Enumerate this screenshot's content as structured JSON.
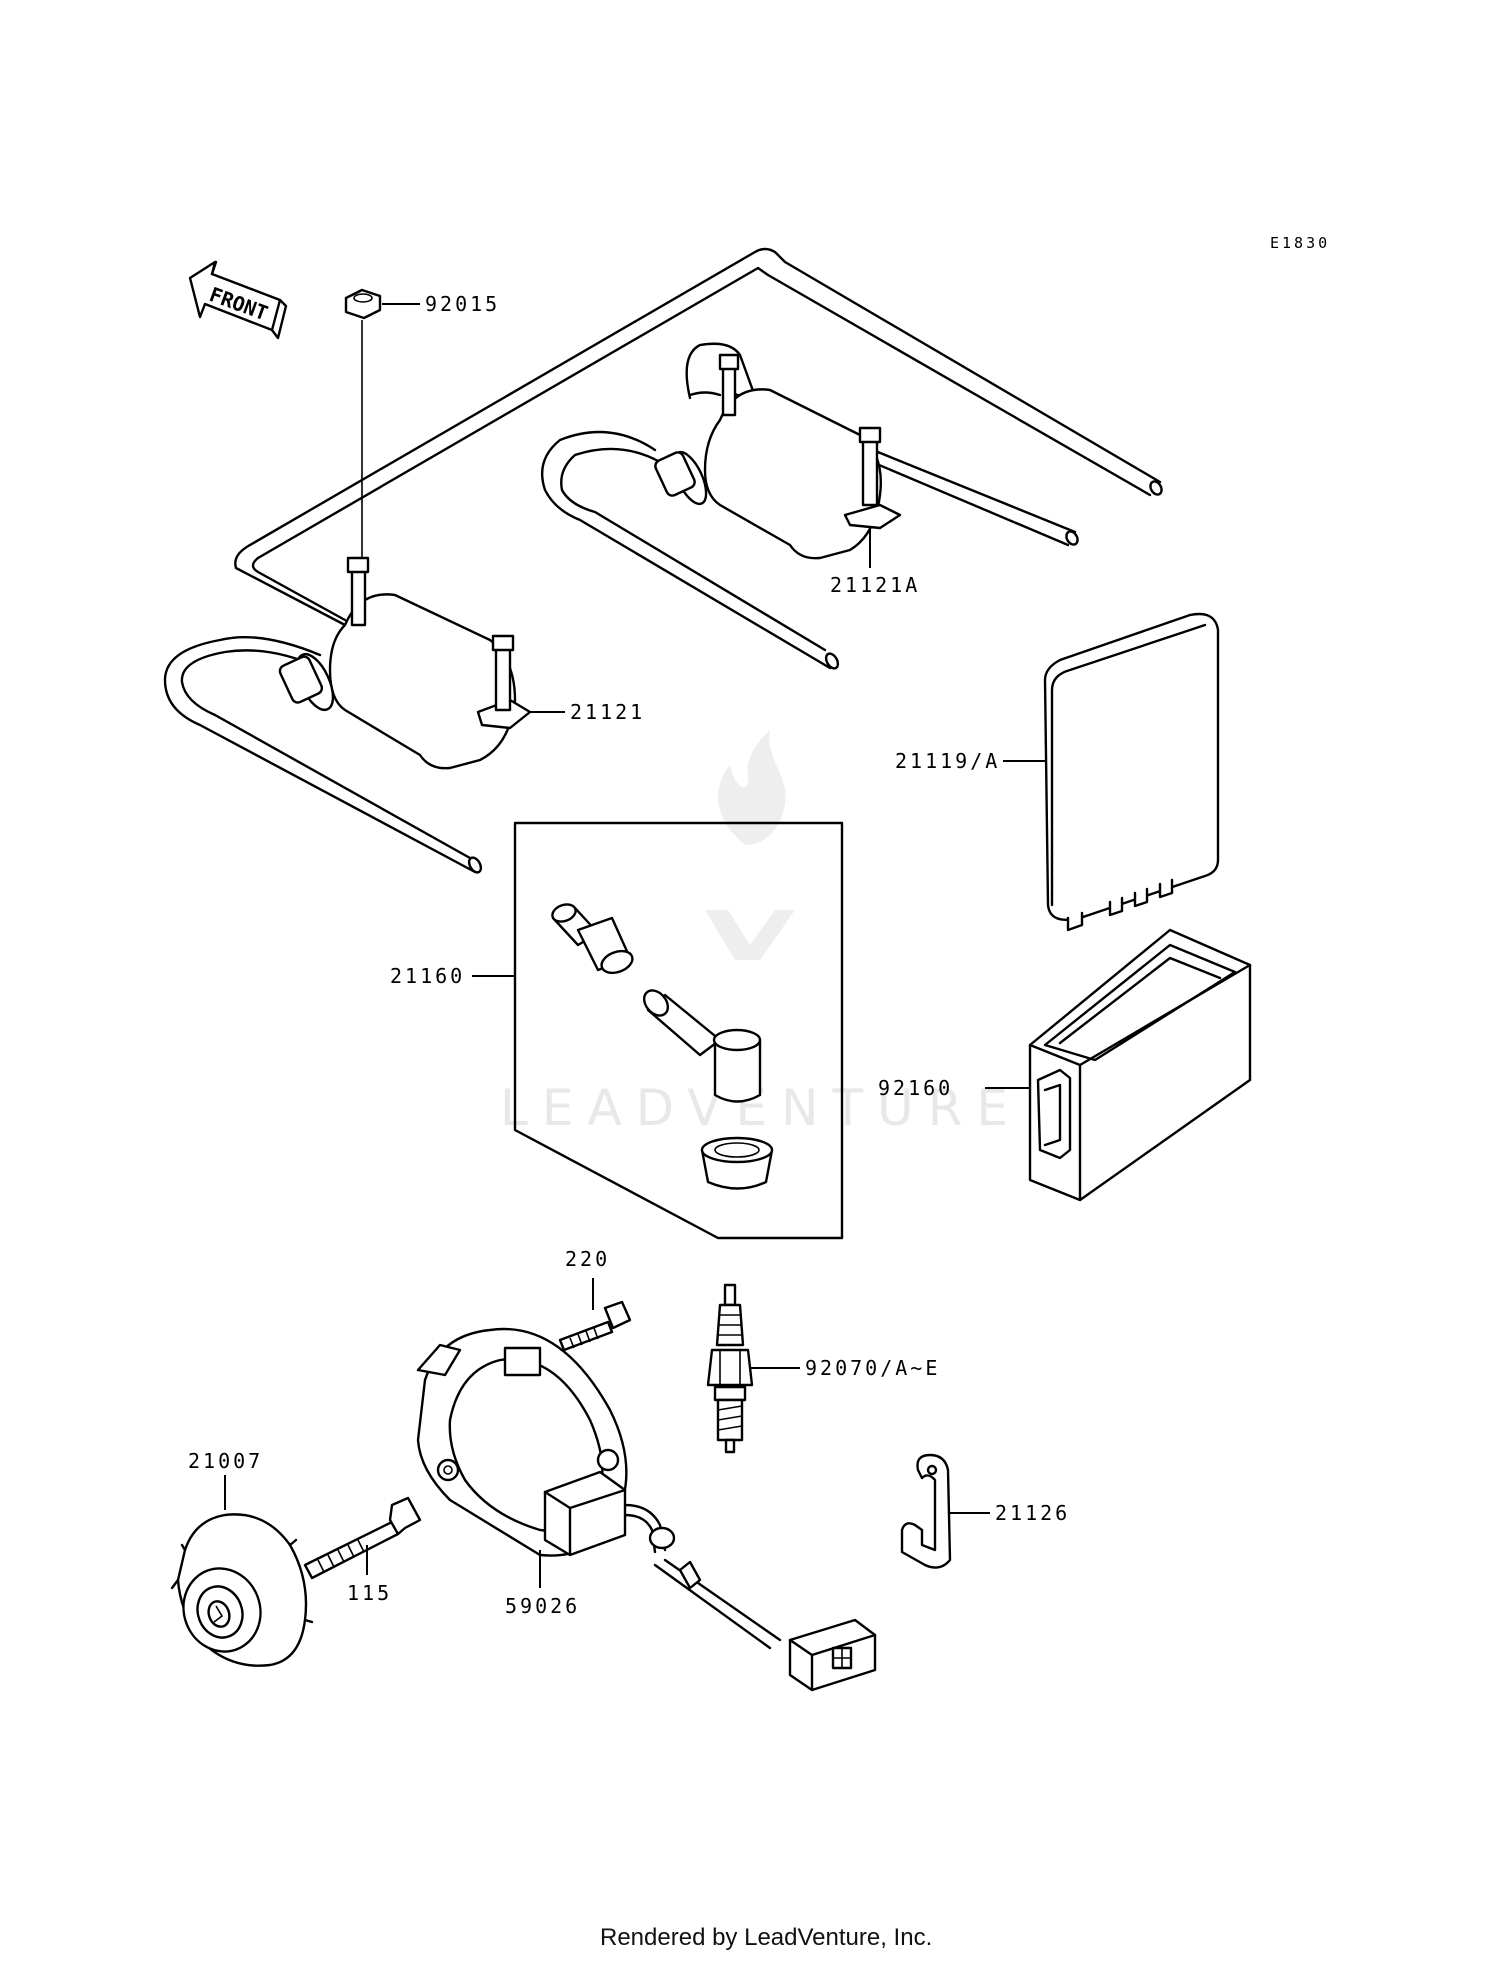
{
  "diagram_code": "E1830",
  "front_indicator": "FRONT",
  "watermark": "LEADVENTURE",
  "footer": "Rendered by LeadVenture, Inc.",
  "parts": [
    {
      "id": "p92015",
      "label": "92015"
    },
    {
      "id": "p21121A",
      "label": "21121A"
    },
    {
      "id": "p21121",
      "label": "21121"
    },
    {
      "id": "p21119A",
      "label": "21119/A"
    },
    {
      "id": "p21160",
      "label": "21160"
    },
    {
      "id": "p92160",
      "label": "92160"
    },
    {
      "id": "p220",
      "label": "220"
    },
    {
      "id": "p92070",
      "label": "92070/A~E"
    },
    {
      "id": "p21007",
      "label": "21007"
    },
    {
      "id": "p21126",
      "label": "21126"
    },
    {
      "id": "p115",
      "label": "115"
    },
    {
      "id": "p59026",
      "label": "59026"
    }
  ]
}
